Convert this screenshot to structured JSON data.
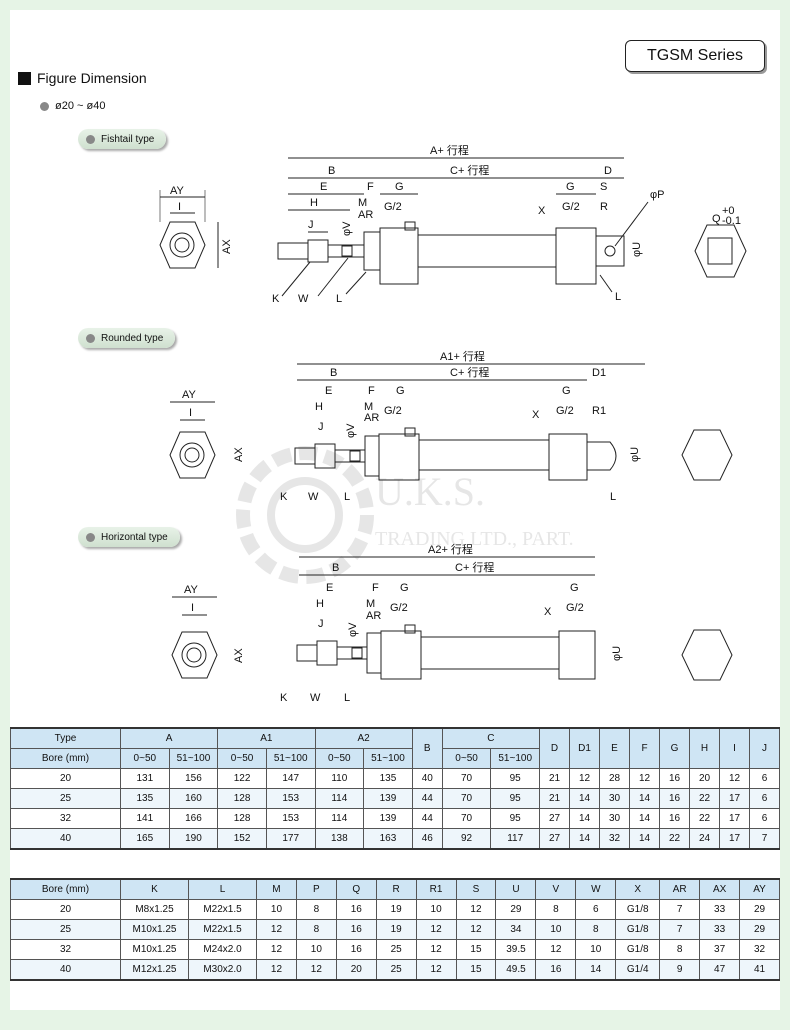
{
  "series_label": "TGSM Series",
  "section_title": "Figure Dimension",
  "bore_range": "ø20 ~ ø40",
  "types": [
    {
      "label": "Fishtail type"
    },
    {
      "label": "Rounded type"
    },
    {
      "label": "Horizontal type"
    }
  ],
  "watermark": {
    "line1": "U.K.S.",
    "line2": "TRADING LTD., PART."
  },
  "dims": {
    "A": "A+ 行程",
    "A1": "A1+ 行程",
    "A2": "A2+ 行程",
    "B": "B",
    "C": "C+ 行程",
    "D": "D",
    "D1": "D1",
    "E": "E",
    "F": "F",
    "G": "G",
    "G2": "G/2",
    "H": "H",
    "J": "J",
    "M": "M",
    "AR": "AR",
    "V": "φV",
    "S": "S",
    "R": "R",
    "R1": "R1",
    "P": "φP",
    "U": "φU",
    "X": "X",
    "K": "K",
    "W": "W",
    "L": "L",
    "AY": "AY",
    "I": "I",
    "AX": "AX",
    "Q": "Q",
    "Qtol_up": "+0",
    "Qtol_dn": "-0.1"
  },
  "table1": {
    "header_type": "Type",
    "header_bore": "Bore (mm)",
    "groups": [
      "A",
      "A1",
      "A2",
      "B",
      "C",
      "D",
      "D1",
      "E",
      "F",
      "G",
      "H",
      "I",
      "J"
    ],
    "ranges": [
      "0~50",
      "51~100"
    ],
    "rows": [
      [
        "20",
        "131",
        "156",
        "122",
        "147",
        "110",
        "135",
        "40",
        "70",
        "95",
        "21",
        "12",
        "28",
        "12",
        "16",
        "20",
        "12",
        "6"
      ],
      [
        "25",
        "135",
        "160",
        "128",
        "153",
        "114",
        "139",
        "44",
        "70",
        "95",
        "21",
        "14",
        "30",
        "14",
        "16",
        "22",
        "17",
        "6"
      ],
      [
        "32",
        "141",
        "166",
        "128",
        "153",
        "114",
        "139",
        "44",
        "70",
        "95",
        "27",
        "14",
        "30",
        "14",
        "16",
        "22",
        "17",
        "6"
      ],
      [
        "40",
        "165",
        "190",
        "152",
        "177",
        "138",
        "163",
        "46",
        "92",
        "117",
        "27",
        "14",
        "32",
        "14",
        "22",
        "24",
        "17",
        "7"
      ]
    ]
  },
  "table2": {
    "headers": [
      "Bore (mm)",
      "K",
      "L",
      "M",
      "P",
      "Q",
      "R",
      "R1",
      "S",
      "U",
      "V",
      "W",
      "X",
      "AR",
      "AX",
      "AY"
    ],
    "rows": [
      [
        "20",
        "M8x1.25",
        "M22x1.5",
        "10",
        "8",
        "16",
        "19",
        "10",
        "12",
        "29",
        "8",
        "6",
        "G1/8",
        "7",
        "33",
        "29"
      ],
      [
        "25",
        "M10x1.25",
        "M22x1.5",
        "12",
        "8",
        "16",
        "19",
        "12",
        "12",
        "34",
        "10",
        "8",
        "G1/8",
        "7",
        "33",
        "29"
      ],
      [
        "32",
        "M10x1.25",
        "M24x2.0",
        "12",
        "10",
        "16",
        "25",
        "12",
        "15",
        "39.5",
        "12",
        "10",
        "G1/8",
        "8",
        "37",
        "32"
      ],
      [
        "40",
        "M12x1.25",
        "M30x2.0",
        "12",
        "12",
        "20",
        "25",
        "12",
        "15",
        "49.5",
        "16",
        "14",
        "G1/4",
        "9",
        "47",
        "41"
      ]
    ]
  }
}
